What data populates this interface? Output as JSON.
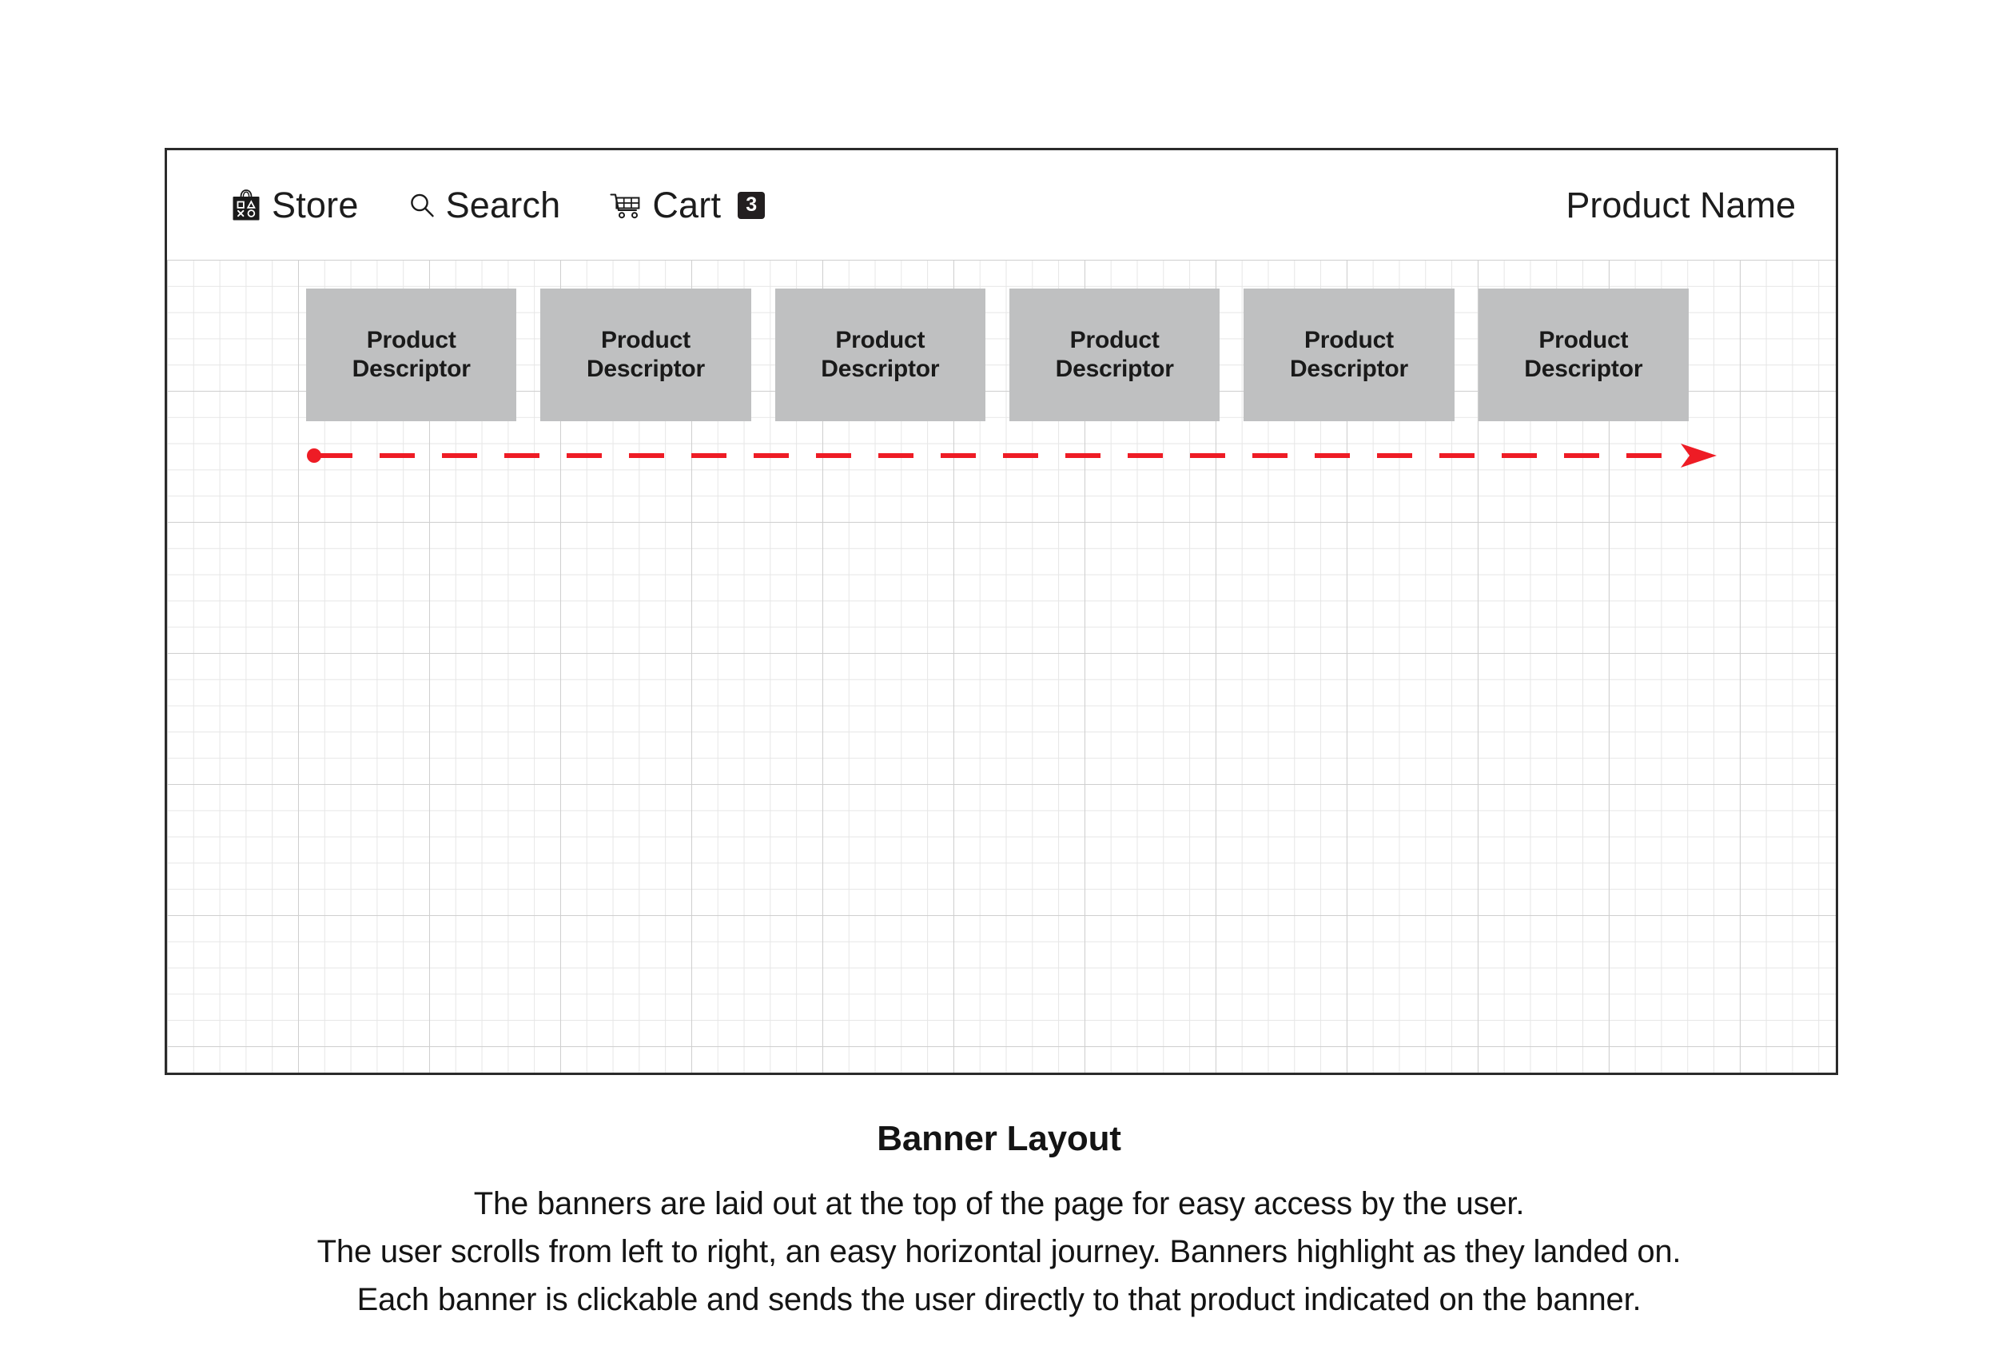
{
  "header": {
    "nav_items": [
      {
        "label": "Store",
        "icon": "store-bag-icon"
      },
      {
        "label": "Search",
        "icon": "search-icon"
      },
      {
        "label": "Cart",
        "icon": "cart-icon",
        "badge": "3"
      }
    ],
    "product_name": "Product Name"
  },
  "banners": [
    {
      "line1": "Product",
      "line2": "Descriptor"
    },
    {
      "line1": "Product",
      "line2": "Descriptor"
    },
    {
      "line1": "Product",
      "line2": "Descriptor"
    },
    {
      "line1": "Product",
      "line2": "Descriptor"
    },
    {
      "line1": "Product",
      "line2": "Descriptor"
    },
    {
      "line1": "Product",
      "line2": "Descriptor"
    }
  ],
  "annotation": {
    "arrow_color": "#ee1c25",
    "direction": "left-to-right"
  },
  "caption": {
    "title": "Banner Layout",
    "lines": [
      "The banners are laid out at the top of the page for easy access by the user.",
      "The user scrolls from left to right, an easy horizontal journey.  Banners highlight as they landed on.",
      "Each banner is clickable and sends the user directly to that product indicated on the banner."
    ]
  },
  "colors": {
    "banner_fill": "#bfc0c1",
    "frame_border": "#2b2b2b",
    "grid_line": "#cfcfcf",
    "badge_bg": "#231f20",
    "accent_red": "#ee1c25"
  }
}
